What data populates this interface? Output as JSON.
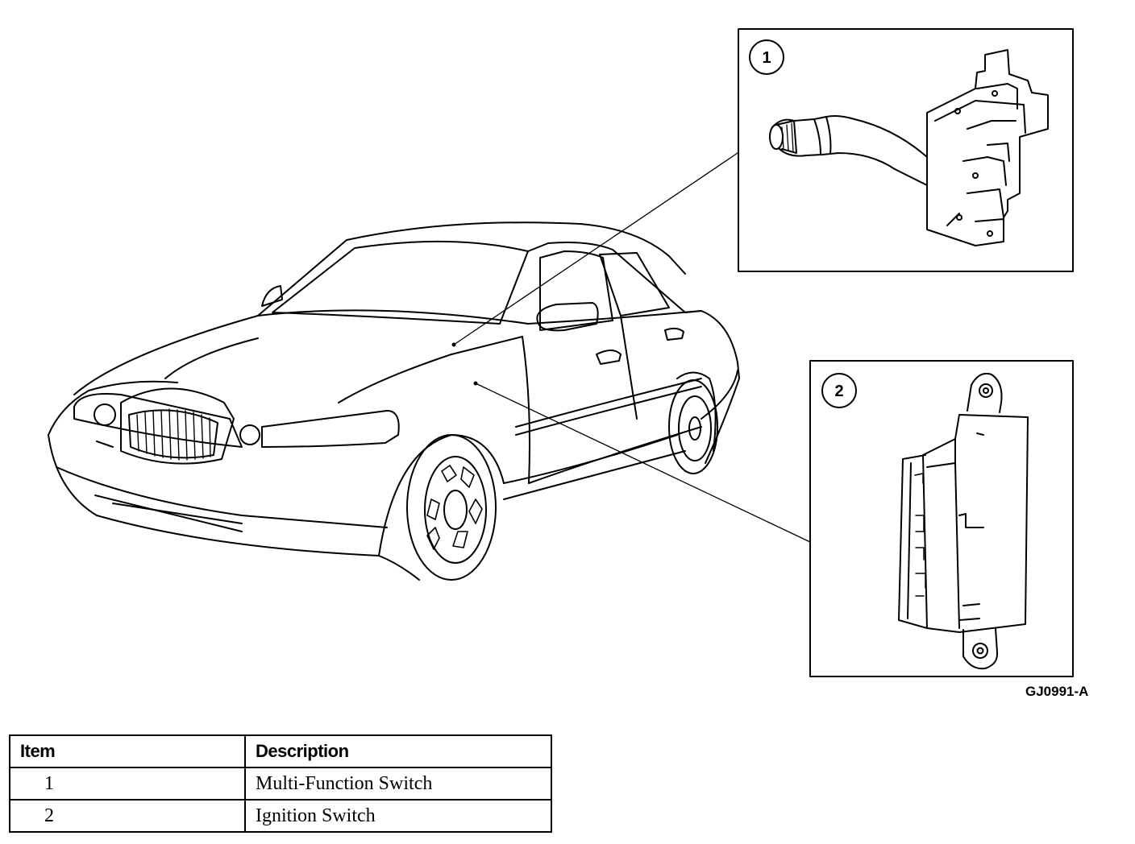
{
  "callouts": [
    {
      "number": "1",
      "part": "multi-function-switch"
    },
    {
      "number": "2",
      "part": "ignition-switch"
    }
  ],
  "figure_code": "GJ0991-A",
  "legend": {
    "headers": {
      "item": "Item",
      "description": "Description"
    },
    "rows": [
      {
        "item": "1",
        "description": "Multi-Function Switch"
      },
      {
        "item": "2",
        "description": "Ignition Switch"
      }
    ]
  }
}
